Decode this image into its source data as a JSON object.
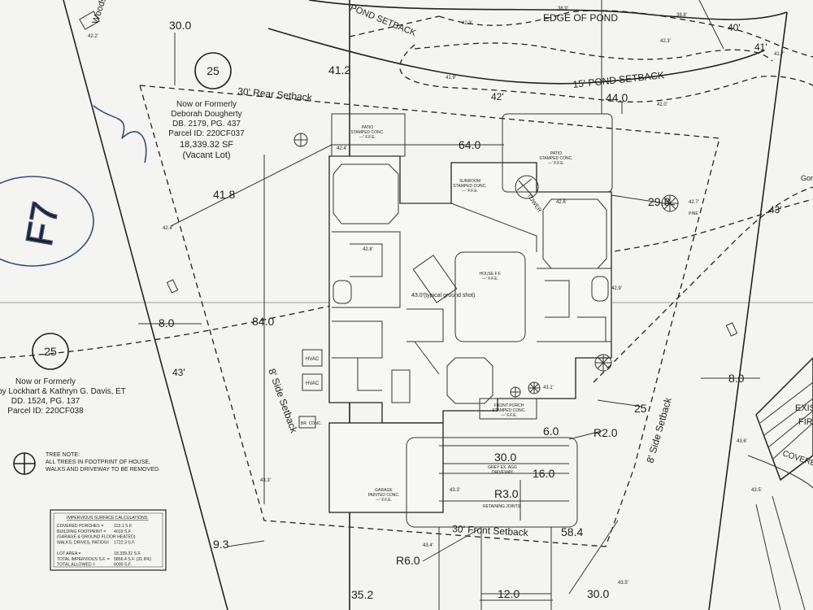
{
  "parcels": {
    "upper": {
      "number": "25",
      "owner_prefix": "Now or Formerly",
      "owner": "Deborah Dougherty",
      "deed": "DB. 2179, PG. 437",
      "parcel_id": "Parcel ID: 220CF037",
      "area": "18,339.32 SF",
      "status": "(Vacant Lot)"
    },
    "lower": {
      "number": "25",
      "owner_prefix": "Now or Formerly",
      "owner": "by Lockhart & Kathryn G. Davis, ET",
      "deed": "DD. 1524, PG. 137",
      "parcel_id": "Parcel ID: 220CF038"
    }
  },
  "labels": {
    "woods": "Woods",
    "edge_of_pond": "EDGE OF POND",
    "pond_setback_top": "POND SETBACK",
    "pond_setback": "15' POND SETBACK",
    "rear_setback": "30' Rear Setback",
    "front_setback": "30' Front Setback",
    "side_setback_left": "8' Side Setback",
    "side_setback_right": "8' Side Setback",
    "ground_shot": "43.0'(typical ground shot)",
    "pine": "PINE",
    "hvac1": "HVAC",
    "hvac2": "HVAC",
    "exist": "EXIS",
    "fir": "FIR",
    "covered": "COVERE",
    "gor": "Gor",
    "handwritten_mark": "F7"
  },
  "dimensions": {
    "d30_top": "30.0",
    "d41_2": "41.2",
    "d44_0": "44.0",
    "d64_0": "64.0",
    "d41_8": "41.8",
    "d84_0": "84.0",
    "d8_0_left": "8.0",
    "d8_0_right": "8.0",
    "d29_8": "29.8",
    "d25": "25",
    "d6_0": "6.0",
    "r2_0": "R2.0",
    "d30_0_drive": "30.0",
    "d16_0": "16.0",
    "r3_0": "R3.0",
    "d58_4": "58.4",
    "d9_3": "9.3",
    "r6_0": "R6.0",
    "d35_2": "35.2",
    "d12_0": "12.0",
    "d30_0_bottom": "30.0"
  },
  "contours": {
    "c40": "40'",
    "c41": "41'",
    "c42": "42'",
    "c43_left": "43'",
    "c43_right": "43'"
  },
  "spots": {
    "s42_2": "42.2'",
    "s38_9": "38.9'",
    "s38_8": "38.8'",
    "s42_3a": "42.3'",
    "s42_3b": "42.3'",
    "s41_7": "41.7'",
    "s41_9": "41.9'",
    "s42_0": "42.0'",
    "s42_4a": "42.4'",
    "s42_4b": "42.4'",
    "s42_6": "42.6'",
    "s42_7": "42.7'",
    "s42_8": "42.8'",
    "s42_9": "42.9'",
    "s43_3a": "43.3'",
    "s43_3b": "43.3'",
    "s43_4": "43.4'",
    "s43_5a": "43.5'",
    "s43_5b": "43.5'",
    "s43_1": "43.1'",
    "s43_6": "43.6'"
  },
  "rooms": {
    "patio_left": "PATIO",
    "patio_left_sub": "STAMPED CONC.",
    "patio_left_ffe": "---' F.F.E.",
    "sunroom": "SUNROOM",
    "sunroom_sub": "STAMPED CONC.",
    "sunroom_ffe": "---' F.F.E.",
    "patio_right": "PATIO",
    "patio_right_sub": "STAMPED CONC.",
    "patio_right_ffe": "---' F.F.E.",
    "house": "HOUSE F.F.",
    "house_ffe": "---' F.F.E.",
    "front_porch": "FRONT PORCH",
    "front_porch_sub": "STAMPED CONC.",
    "front_porch_ffe": "---' F.F.E.",
    "garage": "GARAGE",
    "garage_sub": "PAINTED CONC.",
    "garage_ffe": "---' F.F.E.",
    "driveway": "GREY EX. AGG",
    "driveway_sub": "DRIVEWAY",
    "br_conc": "BR. CONC.",
    "retaining": "RETAINING JOINTS",
    "tower": "TOWER"
  },
  "tree_note": {
    "title": "TREE NOTE:",
    "line1": "ALL TREES IN FOOTPRINT OF HOUSE,",
    "line2": "WALKS AND DRIVEWAY TO BE REMOVED."
  },
  "impervious": {
    "title": "IMPERVIOUS SURFACE CALCULATIONS:",
    "rows": [
      {
        "label": "COVERED PORCHES =",
        "value": "113.1 S.F."
      },
      {
        "label": "BUILDING FOOTPRINT =",
        "value": "4019 S.F."
      },
      {
        "label": "(GARAGE & GROUND FLOOR HEATED)",
        "value": ""
      },
      {
        "label": "WALKS, DRIVES, PATIOS=",
        "value": "1722.3 S.F."
      },
      {
        "label": "",
        "value": ""
      },
      {
        "label": "LOT AREA =",
        "value": "18,339.32 S.F."
      },
      {
        "label": "TOTAL IMPERVIOUS S.F. =",
        "value": "5856.4 S.F. (31.9%)"
      },
      {
        "label": "TOTAL ALLOWED =",
        "value": "6000 S.F."
      }
    ]
  }
}
